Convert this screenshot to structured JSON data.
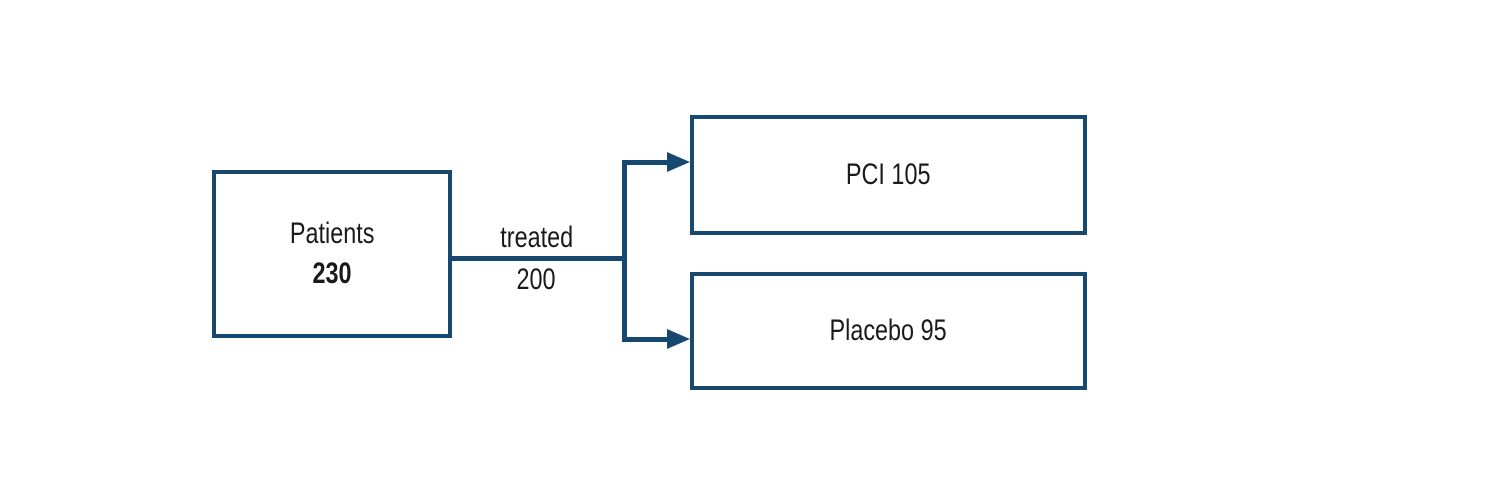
{
  "diagram": {
    "background_color": "#ffffff",
    "line_color": "#17486F",
    "text_color": "#1a1a1a",
    "nodes": {
      "patients": {
        "label": "Patients",
        "value": "230"
      },
      "pci": {
        "label": "PCI 105"
      },
      "placebo": {
        "label": "Placebo 95"
      }
    },
    "edges": {
      "treated": {
        "label": "treated",
        "value": "200"
      }
    }
  }
}
